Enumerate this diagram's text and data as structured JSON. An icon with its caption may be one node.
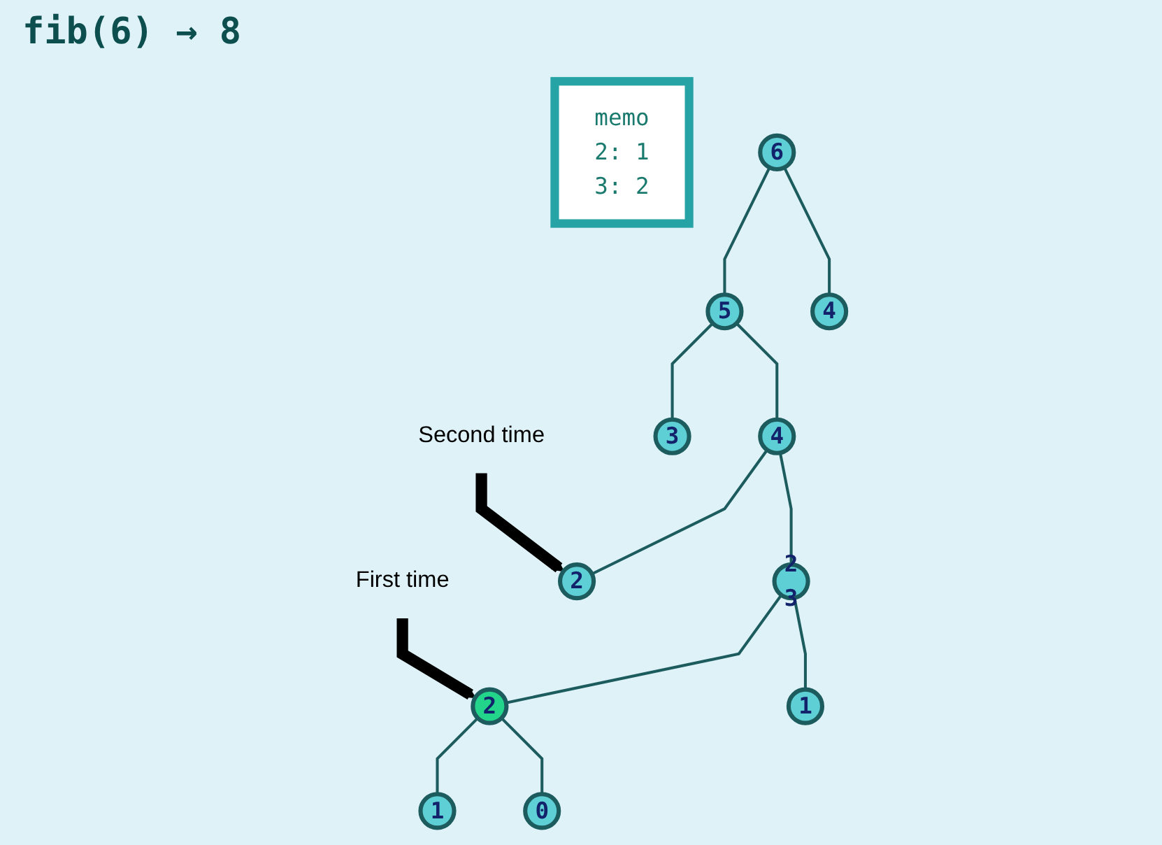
{
  "diagram": {
    "title": "fib(6) → 8",
    "nodes": [
      {
        "text": [
          "memo",
          "2: 1",
          "3: 2"
        ]
      },
      {
        "text": [
          "6"
        ]
      },
      {
        "text": [
          "5"
        ]
      },
      {
        "text": [
          "4"
        ]
      },
      {
        "text": [
          "4"
        ]
      },
      {
        "text": [
          "3"
        ]
      },
      {
        "text": [
          "3"
        ],
        "beside": [
          "2"
        ]
      },
      {
        "text": [
          "2"
        ]
      },
      {
        "text": [
          "2"
        ]
      },
      {
        "text": [
          "1"
        ]
      },
      {
        "text": [
          "1"
        ]
      },
      {
        "text": [
          "0"
        ]
      },
      {
        "text": [
          "Second time"
        ]
      },
      {
        "text": [
          "First time"
        ]
      }
    ],
    "edges": [
      {
        "from": 1,
        "to": 2,
        "arrow": "none"
      },
      {
        "from": 1,
        "to": 3,
        "arrow": "none"
      },
      {
        "from": 2,
        "to": 4,
        "arrow": "none"
      },
      {
        "from": 2,
        "to": 5,
        "arrow": "none"
      },
      {
        "from": 4,
        "to": 6,
        "arrow": "none"
      },
      {
        "from": 4,
        "to": 7,
        "arrow": "none"
      },
      {
        "from": 6,
        "to": 8,
        "arrow": "none"
      },
      {
        "from": 6,
        "to": 9,
        "arrow": "none"
      },
      {
        "from": 8,
        "to": 10,
        "arrow": "none"
      },
      {
        "from": 8,
        "to": 11,
        "arrow": "none"
      },
      {
        "from": 12,
        "to": 7,
        "arrow": "to",
        "style": "thick",
        "color": "#000000"
      },
      {
        "from": 13,
        "to": 8,
        "arrow": "to",
        "style": "thick",
        "color": "#000000"
      }
    ]
  }
}
